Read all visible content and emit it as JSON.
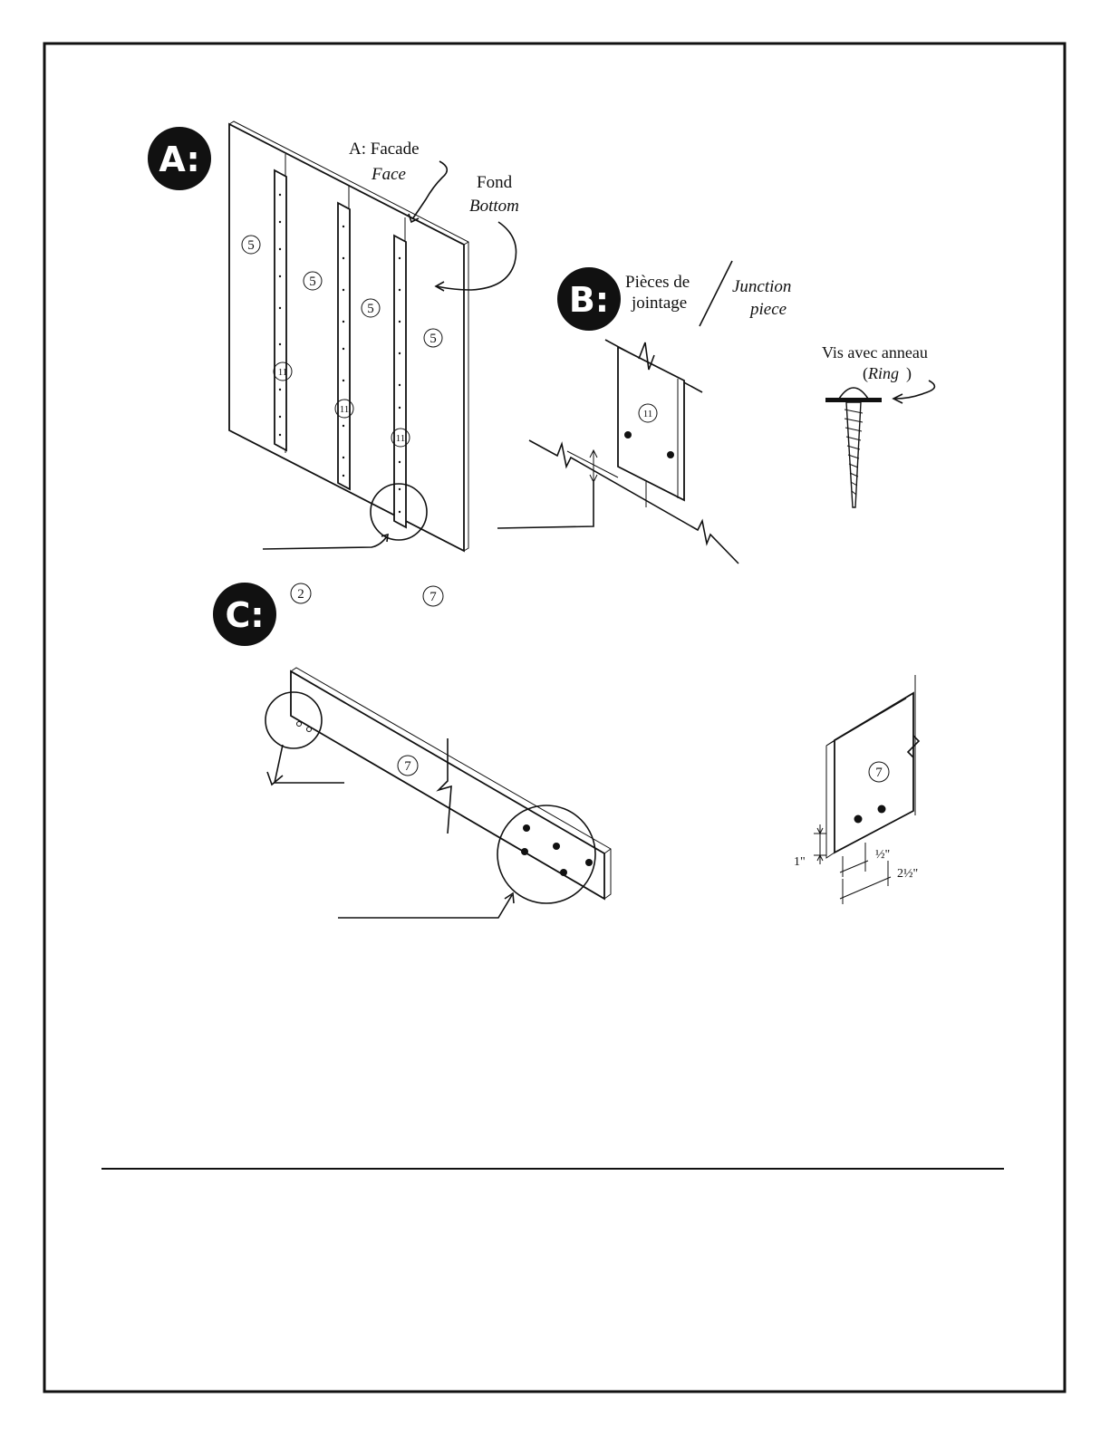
{
  "badges": {
    "a": "A:",
    "b": "B:",
    "c": "C:"
  },
  "section_a": {
    "face_label_fr": "A: Facade",
    "face_label_en": "Face",
    "bottom_label_fr": "Fond",
    "bottom_label_en": "Bottom",
    "part_numbers": [
      "5",
      "5",
      "5",
      "5",
      "11",
      "11",
      "11"
    ]
  },
  "section_b": {
    "title_fr_line1": "Pièces de",
    "title_fr_line2": "jointage",
    "title_en_line1": "Junction",
    "title_en_line2": "piece",
    "detail_part": "11",
    "screw_label_fr": "Vis avec anneau",
    "screw_label_en": "Ring",
    "paren_open": "(",
    "paren_close": ")"
  },
  "section_c": {
    "header_parts": [
      "2",
      "7"
    ],
    "board_part": "7",
    "detail_part": "7",
    "dim_height": "1\"",
    "dim_half": "½\"",
    "dim_two_half": "2½\""
  }
}
